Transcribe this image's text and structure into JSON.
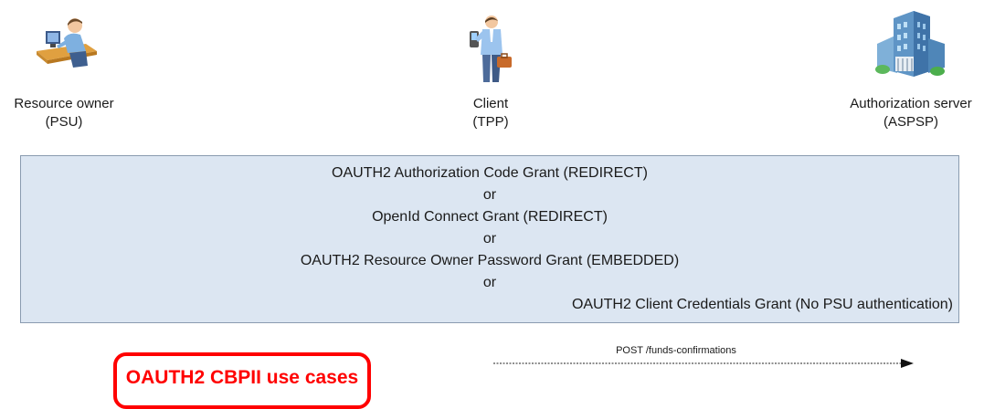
{
  "actors": {
    "psu": {
      "name": "Resource owner",
      "role": "(PSU)",
      "icon": "user-at-computer-icon"
    },
    "tpp": {
      "name": "Client",
      "role": "(TPP)",
      "icon": "businessman-with-phone-icon"
    },
    "aspsp": {
      "name": "Authorization server",
      "role": "(ASPSP)",
      "icon": "office-building-icon"
    }
  },
  "grants": {
    "line1": "OAUTH2 Authorization Code Grant (REDIRECT)",
    "or1": "or",
    "line2": "OpenId Connect Grant (REDIRECT)",
    "or2": "or",
    "line3": "OAUTH2 Resource Owner Password Grant (EMBEDDED)",
    "or3": "or",
    "line4": "OAUTH2 Client Credentials Grant (No PSU authentication)"
  },
  "usecase": {
    "label": "OAUTH2 CBPII use cases",
    "color": "#ff0000"
  },
  "message": {
    "label": "POST /funds-confirmations"
  },
  "colors": {
    "grant_box_fill": "#dce6f2",
    "grant_box_border": "#8a9bb0"
  }
}
